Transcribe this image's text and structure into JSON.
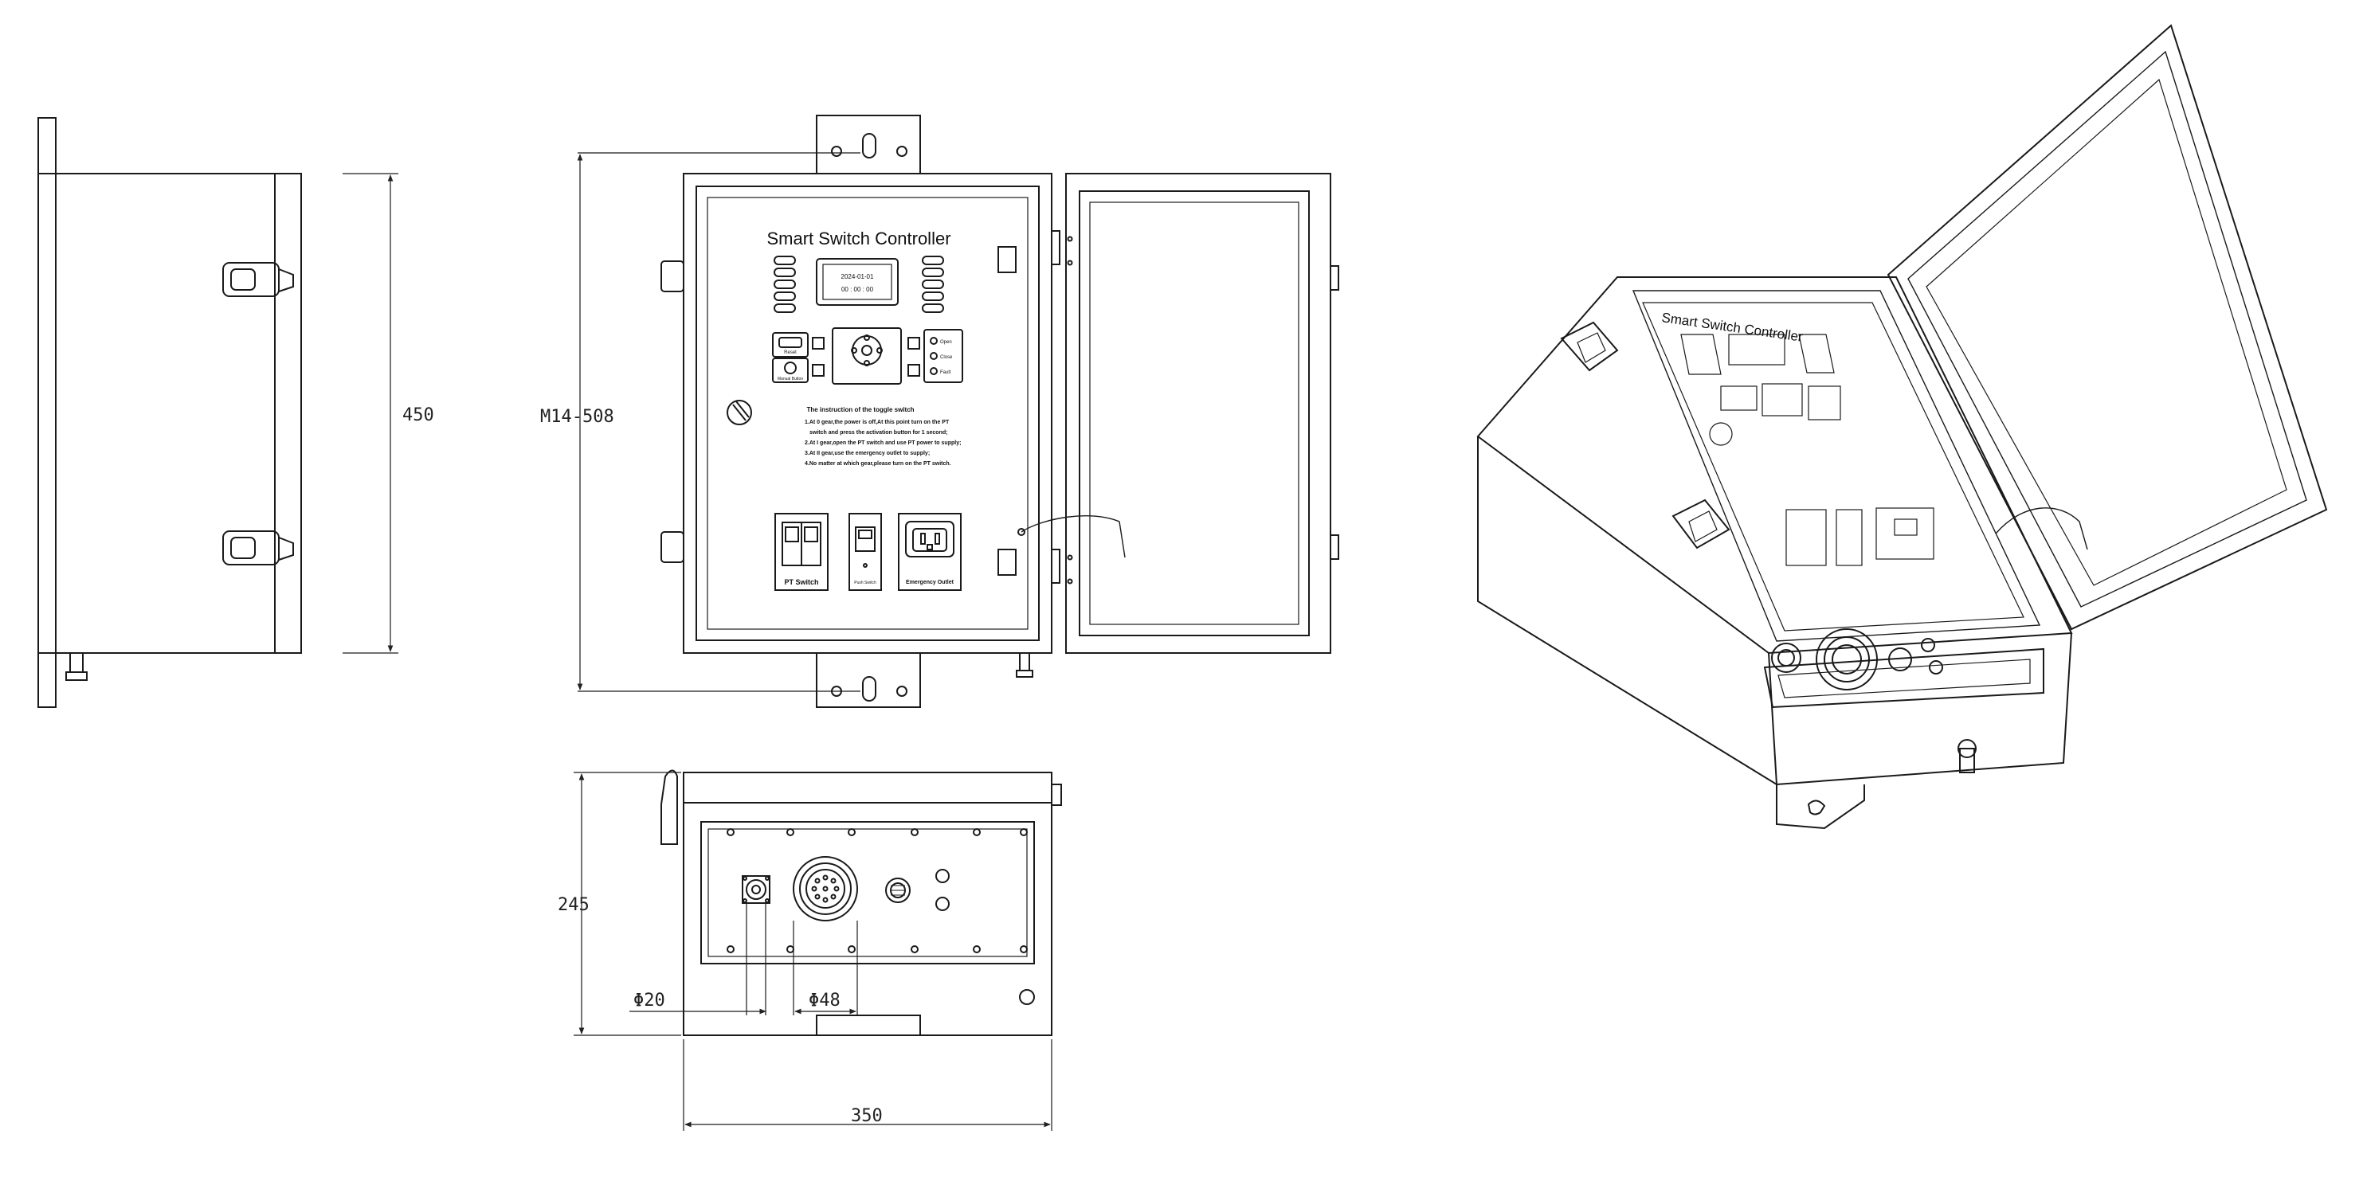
{
  "colors": {
    "stroke": "#1a1a1a",
    "light": "#555555",
    "background": "#ffffff"
  },
  "dimensions": {
    "height_side": "450",
    "mount_height": "M14-508",
    "depth_bottom": "245",
    "width_bottom": "350",
    "dia_small": "Φ20",
    "dia_large": "Φ48"
  },
  "panel": {
    "title": "Smart Switch Controller",
    "lcd_date": "2024-01-01",
    "lcd_time": "00 : 00 : 00",
    "led_labels": [
      "Open",
      "Close",
      "Fault"
    ],
    "button_labels": [
      "Reset",
      "Manual Button"
    ],
    "instruction_title": "The instruction of the toggle switch",
    "instruction_lines": [
      "1.At 0 gear,the power is off,At this point turn on the PT",
      "switch and press the activation button for 1 second;",
      "2.At I gear,open the PT switch and use PT power to supply;",
      "3.At II gear,use the emergency outlet to supply;",
      "4.No matter at which gear,please turn on the PT switch."
    ],
    "pt_switch_label": "PT Switch",
    "push_switch_label": "Push Switch",
    "emergency_outlet_label": "Emergency Outlet"
  },
  "icons": [
    "hinge-icon",
    "latch-icon",
    "mounting-bracket-icon",
    "aviation-connector-icon",
    "toggle-switch-icon",
    "power-socket-icon"
  ]
}
